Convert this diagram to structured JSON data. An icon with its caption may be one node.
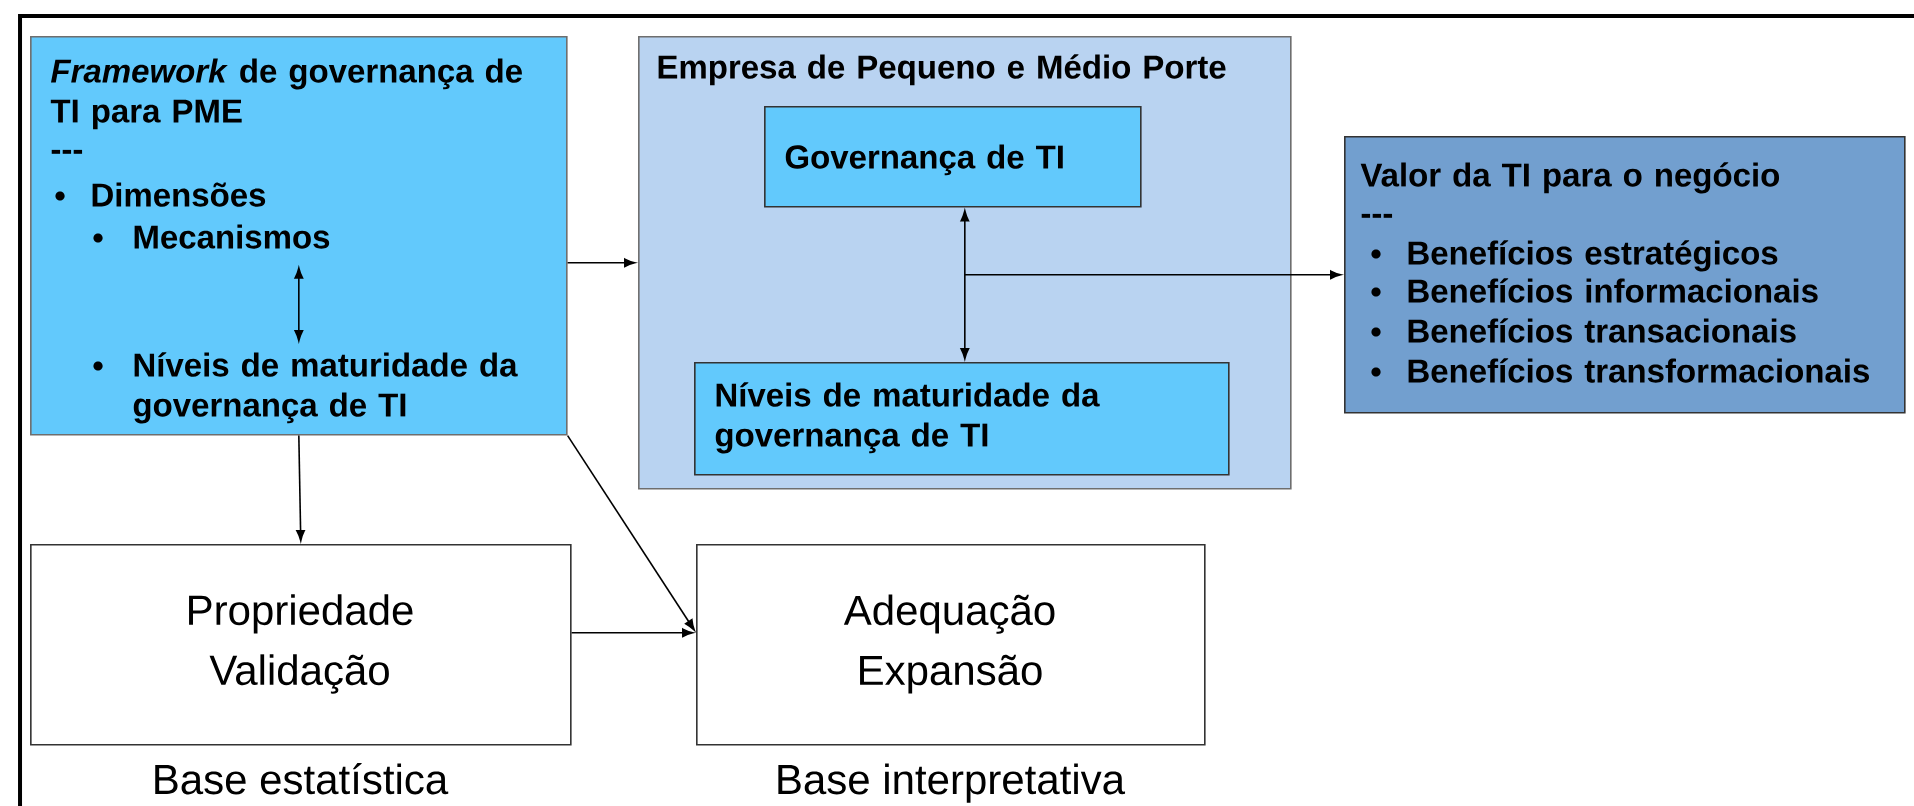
{
  "diagram": {
    "nodes": [
      {
        "text": [
          "*Framework* de governança de TI para PME",
          "---",
          "Dimensões"
        ]
      },
      {
        "text": [
          "Mecanismos"
        ],
        "in": 0
      },
      {
        "text": [
          "Níveis de maturidade da governança de TI"
        ],
        "in": 0
      },
      {
        "text": [
          "Empresa de Pequeno e Médio Porte"
        ]
      },
      {
        "text": [
          "Governança de TI"
        ],
        "in": 3
      },
      {
        "text": [
          "Níveis de maturidade da governança de TI"
        ],
        "in": 3
      },
      {
        "text": [
          "Valor da TI para o negócio",
          "---",
          "Benefícios estratégicos",
          "Benefícios informacionais",
          "Benefícios transacionais",
          "Benefícios transformacionais"
        ]
      },
      {
        "text": [
          "Propriedade Validação"
        ],
        "beside": [
          "Base estatística"
        ]
      },
      {
        "text": [
          "Adequação Expansão"
        ],
        "beside": [
          "Base interpretativa"
        ]
      }
    ],
    "edges": [
      {
        "from": 1,
        "to": 2,
        "arrow": "both"
      },
      {
        "from": 0,
        "to": 3,
        "arrow": "to"
      },
      {
        "from": 4,
        "to": 5,
        "arrow": "both"
      },
      {
        "from": null,
        "to": 6,
        "arrow": "to"
      },
      {
        "from": 0,
        "to": 7,
        "arrow": "to"
      },
      {
        "from": 0,
        "to": 8,
        "arrow": "to"
      },
      {
        "from": 7,
        "to": 8,
        "arrow": "to"
      }
    ]
  }
}
